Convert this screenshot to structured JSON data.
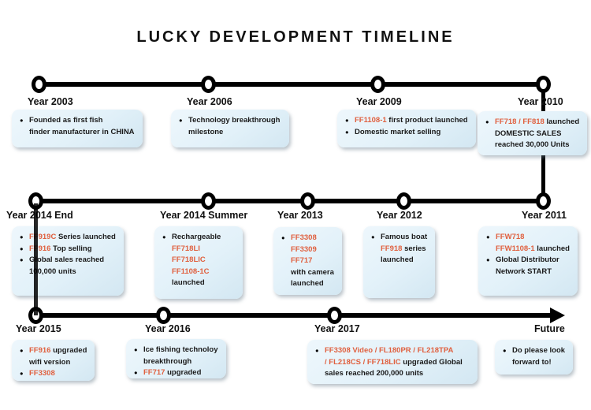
{
  "title": "LUCKY DEVELOPMENT TIMELINE",
  "colors": {
    "accent": "#e0603f",
    "card_background": "#e2f1f9",
    "line": "#000000",
    "text": "#1a1a1a"
  },
  "rows": [
    {
      "milestones": [
        {
          "year": "Year 2003",
          "card": {
            "lines": [
              {
                "bullet": true,
                "segments": [
                  {
                    "text": "Founded as first fish",
                    "accent": false
                  }
                ]
              },
              {
                "bullet": false,
                "segments": [
                  {
                    "text": "finder manufacturer in CHINA",
                    "accent": false
                  }
                ]
              }
            ]
          }
        },
        {
          "year": "Year 2006",
          "card": {
            "lines": [
              {
                "bullet": true,
                "segments": [
                  {
                    "text": "Technology breakthrough",
                    "accent": false
                  }
                ]
              },
              {
                "bullet": false,
                "segments": [
                  {
                    "text": "milestone",
                    "accent": false
                  }
                ]
              }
            ]
          }
        },
        {
          "year": "Year 2009",
          "card": {
            "lines": [
              {
                "bullet": true,
                "segments": [
                  {
                    "text": "FF1108-1",
                    "accent": true
                  },
                  {
                    "text": " first product launched",
                    "accent": false
                  }
                ]
              },
              {
                "bullet": true,
                "segments": [
                  {
                    "text": "Domestic market selling",
                    "accent": false
                  }
                ]
              }
            ]
          }
        },
        {
          "year": "Year 2010",
          "card": {
            "lines": [
              {
                "bullet": true,
                "segments": [
                  {
                    "text": "FF718 / FF818",
                    "accent": true
                  },
                  {
                    "text": " launched",
                    "accent": false
                  }
                ]
              },
              {
                "bullet": false,
                "segments": [
                  {
                    "text": "DOMESTIC SALES",
                    "accent": false
                  }
                ]
              },
              {
                "bullet": false,
                "segments": [
                  {
                    "text": "reached 30,000 Units",
                    "accent": false
                  }
                ]
              }
            ]
          }
        }
      ]
    },
    {
      "milestones": [
        {
          "year": "Year 2014 End",
          "card": {
            "lines": [
              {
                "bullet": true,
                "segments": [
                  {
                    "text": "FF919C",
                    "accent": true
                  },
                  {
                    "text": " Series launched",
                    "accent": false
                  }
                ]
              },
              {
                "bullet": true,
                "segments": [
                  {
                    "text": "FF916",
                    "accent": true
                  },
                  {
                    "text": " Top selling",
                    "accent": false
                  }
                ]
              },
              {
                "bullet": true,
                "segments": [
                  {
                    "text": "Global sales reached",
                    "accent": false
                  }
                ]
              },
              {
                "bullet": false,
                "segments": [
                  {
                    "text": "100,000 units",
                    "accent": false
                  }
                ]
              }
            ]
          }
        },
        {
          "year": "Year 2014 Summer",
          "card": {
            "lines": [
              {
                "bullet": true,
                "segments": [
                  {
                    "text": "Rechargeable",
                    "accent": false
                  }
                ]
              },
              {
                "bullet": false,
                "segments": [
                  {
                    "text": "FF718LI",
                    "accent": true
                  }
                ]
              },
              {
                "bullet": false,
                "segments": [
                  {
                    "text": "FF718LIC",
                    "accent": true
                  }
                ]
              },
              {
                "bullet": false,
                "segments": [
                  {
                    "text": "FF1108-1C",
                    "accent": true
                  }
                ]
              },
              {
                "bullet": false,
                "segments": [
                  {
                    "text": "launched",
                    "accent": false
                  }
                ]
              }
            ]
          }
        },
        {
          "year": "Year 2013",
          "card": {
            "lines": [
              {
                "bullet": true,
                "segments": [
                  {
                    "text": "FF3308",
                    "accent": true
                  }
                ]
              },
              {
                "bullet": false,
                "segments": [
                  {
                    "text": "FF3309",
                    "accent": true
                  }
                ]
              },
              {
                "bullet": false,
                "segments": [
                  {
                    "text": "FF717",
                    "accent": true
                  }
                ]
              },
              {
                "bullet": false,
                "segments": [
                  {
                    "text": "with camera",
                    "accent": false
                  }
                ]
              },
              {
                "bullet": false,
                "segments": [
                  {
                    "text": "launched",
                    "accent": false
                  }
                ]
              }
            ]
          }
        },
        {
          "year": "Year 2012",
          "card": {
            "lines": [
              {
                "bullet": true,
                "segments": [
                  {
                    "text": "Famous boat",
                    "accent": false
                  }
                ]
              },
              {
                "bullet": false,
                "segments": [
                  {
                    "text": "FF918",
                    "accent": true
                  },
                  {
                    "text": " series",
                    "accent": false
                  }
                ]
              },
              {
                "bullet": false,
                "segments": [
                  {
                    "text": "launched",
                    "accent": false
                  }
                ]
              }
            ]
          }
        },
        {
          "year": "Year 2011",
          "card": {
            "lines": [
              {
                "bullet": true,
                "segments": [
                  {
                    "text": "FFW718",
                    "accent": true
                  }
                ]
              },
              {
                "bullet": false,
                "segments": [
                  {
                    "text": "FFW1108-1",
                    "accent": true
                  },
                  {
                    "text": " launched",
                    "accent": false
                  }
                ]
              },
              {
                "bullet": true,
                "segments": [
                  {
                    "text": "Global Distributor",
                    "accent": false
                  }
                ]
              },
              {
                "bullet": false,
                "segments": [
                  {
                    "text": "Network START",
                    "accent": false
                  }
                ]
              }
            ]
          }
        }
      ]
    },
    {
      "milestones": [
        {
          "year": "Year 2015",
          "card": {
            "lines": [
              {
                "bullet": true,
                "segments": [
                  {
                    "text": "FF916",
                    "accent": true
                  },
                  {
                    "text": " upgraded",
                    "accent": false
                  }
                ]
              },
              {
                "bullet": false,
                "segments": [
                  {
                    "text": "wifi version",
                    "accent": false
                  }
                ]
              },
              {
                "bullet": true,
                "segments": [
                  {
                    "text": "FF3308",
                    "accent": true
                  }
                ]
              }
            ]
          }
        },
        {
          "year": "Year 2016",
          "card": {
            "lines": [
              {
                "bullet": true,
                "segments": [
                  {
                    "text": "Ice fishing technoloy",
                    "accent": false
                  }
                ]
              },
              {
                "bullet": false,
                "segments": [
                  {
                    "text": "breakthrough",
                    "accent": false
                  }
                ]
              },
              {
                "bullet": true,
                "segments": [
                  {
                    "text": "FF717",
                    "accent": true
                  },
                  {
                    "text": " upgraded",
                    "accent": false
                  }
                ]
              }
            ]
          }
        },
        {
          "year": "Year 2017",
          "card": {
            "lines": [
              {
                "bullet": true,
                "segments": [
                  {
                    "text": "FF3308 Video / FL180PR / FL218TPA",
                    "accent": true
                  }
                ]
              },
              {
                "bullet": false,
                "segments": [
                  {
                    "text": "/ FL218CS / FF718LIC",
                    "accent": true
                  },
                  {
                    "text": " upgraded Global",
                    "accent": false
                  }
                ]
              },
              {
                "bullet": false,
                "segments": [
                  {
                    "text": "sales reached 200,000 units",
                    "accent": false
                  }
                ]
              }
            ]
          }
        },
        {
          "year": "Future",
          "card": {
            "lines": [
              {
                "bullet": true,
                "segments": [
                  {
                    "text": "Do please look",
                    "accent": false
                  }
                ]
              },
              {
                "bullet": false,
                "segments": [
                  {
                    "text": "forward to!",
                    "accent": false
                  }
                ]
              }
            ]
          }
        }
      ]
    }
  ]
}
